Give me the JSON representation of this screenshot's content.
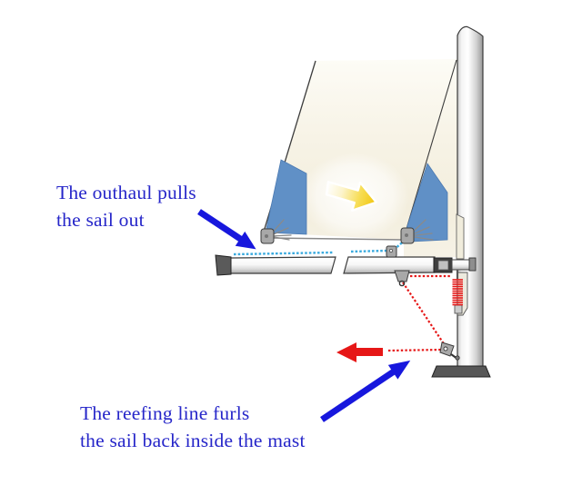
{
  "captions": {
    "outhaul": {
      "line1": "The outhaul pulls",
      "line2": "the sail out"
    },
    "reefing": {
      "line1": "The reefing line furls",
      "line2": "the sail back inside the mast"
    }
  },
  "arrows": {
    "outhaul_pointer": "blue-arrow-down-right",
    "reefing_pointer": "blue-arrow-up-right",
    "furl_direction": "red-arrow-left",
    "sail_out_direction": "yellow-arrow-right"
  },
  "diagram_parts": {
    "mast": "mast",
    "mast_foot": "mast-foot",
    "boom": "boom-with-break",
    "sail": "partially-furled-mainsail",
    "tack_patch": "sail-tack-reinforcement-patch",
    "clew_patch": "sail-clew-reinforcement-patch",
    "outhaul": "outhaul-line-dotted-blue",
    "reefing_line": "reefing-line-dotted-red",
    "reefing_coil": "reefing-line-coil",
    "boom_block": "boom-underside-block",
    "base_block": "mast-base-block"
  },
  "colors": {
    "page_bg": "#ffffff",
    "caption_blue": "#2626c9",
    "annotation_blue": "#1717dd",
    "reefing_red": "#e61717",
    "outhaul_blue": "#3aaade",
    "sail_patch_blue": "#6090c6",
    "sail_cream": "#f5f1e3",
    "highlight_yellow": "#f1c409",
    "fitting_gray": "#a8a8a8",
    "outline_dark": "#3c3c3c"
  }
}
